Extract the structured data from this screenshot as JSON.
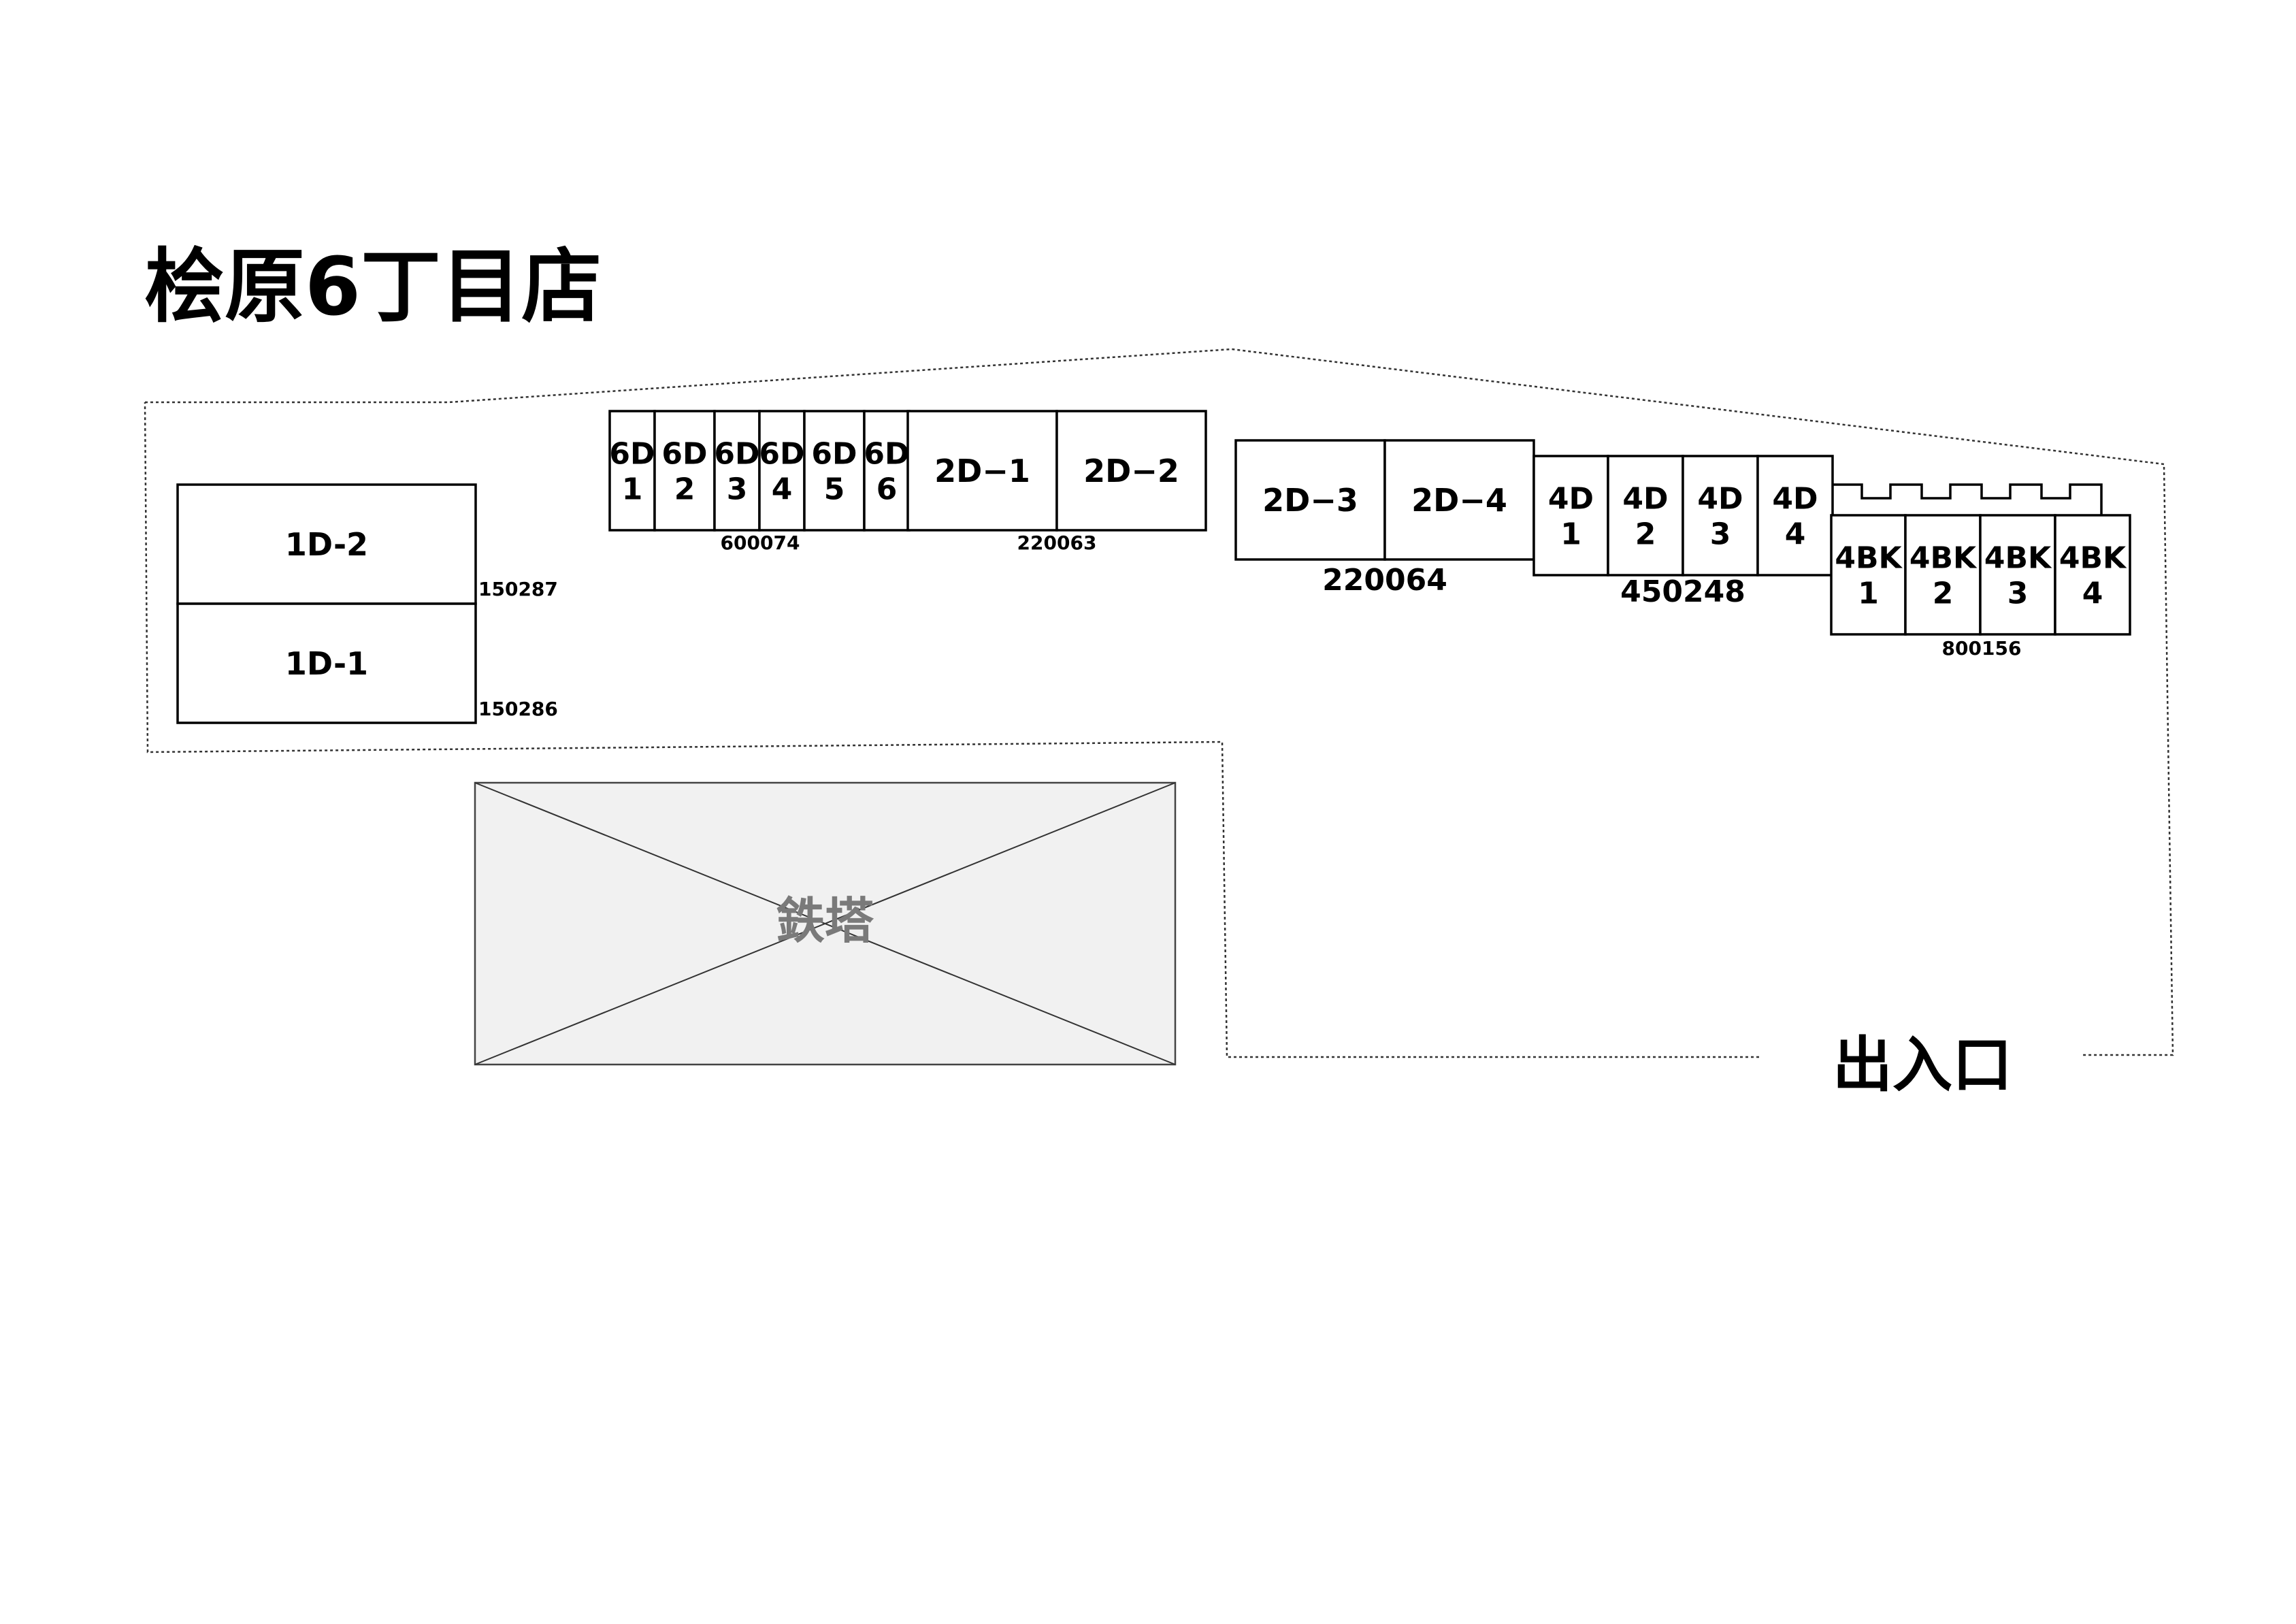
{
  "title": "桧原6丁目店",
  "entrance_label": "出入口",
  "tower": {
    "label": "鉄塔",
    "fill": "#f1f1f1",
    "label_color": "#7a7a7a"
  },
  "groups": {
    "g1d": {
      "codes": [
        "150287",
        "150286"
      ],
      "units": [
        {
          "id": "1D-2",
          "lines": [
            "1D-2"
          ]
        },
        {
          "id": "1D-1",
          "lines": [
            "1D-1"
          ]
        }
      ]
    },
    "g6d": {
      "code": "600074",
      "units": [
        {
          "id": "6D-1",
          "lines": [
            "6D",
            "1"
          ]
        },
        {
          "id": "6D-2",
          "lines": [
            "6D",
            "2"
          ]
        },
        {
          "id": "6D-3",
          "lines": [
            "6D",
            "3"
          ]
        },
        {
          "id": "6D-4",
          "lines": [
            "6D",
            "4"
          ]
        },
        {
          "id": "6D-5",
          "lines": [
            "6D",
            "5"
          ]
        },
        {
          "id": "6D-6",
          "lines": [
            "6D",
            "6"
          ]
        }
      ]
    },
    "g2da": {
      "code": "220063",
      "units": [
        {
          "id": "2D-1",
          "lines": [
            "2D−1"
          ]
        },
        {
          "id": "2D-2",
          "lines": [
            "2D−2"
          ]
        }
      ]
    },
    "g2db": {
      "code": "220064",
      "units": [
        {
          "id": "2D-3",
          "lines": [
            "2D−3"
          ]
        },
        {
          "id": "2D-4",
          "lines": [
            "2D−4"
          ]
        }
      ]
    },
    "g4d": {
      "code": "450248",
      "units": [
        {
          "id": "4D-1",
          "lines": [
            "4D",
            "1"
          ]
        },
        {
          "id": "4D-2",
          "lines": [
            "4D",
            "2"
          ]
        },
        {
          "id": "4D-3",
          "lines": [
            "4D",
            "3"
          ]
        },
        {
          "id": "4D-4",
          "lines": [
            "4D",
            "4"
          ]
        }
      ]
    },
    "g4bk": {
      "code": "800156",
      "units": [
        {
          "id": "4BK-1",
          "lines": [
            "4BK",
            "1"
          ]
        },
        {
          "id": "4BK-2",
          "lines": [
            "4BK",
            "2"
          ]
        },
        {
          "id": "4BK-3",
          "lines": [
            "4BK",
            "3"
          ]
        },
        {
          "id": "4BK-4",
          "lines": [
            "4BK",
            "4"
          ]
        }
      ]
    }
  }
}
